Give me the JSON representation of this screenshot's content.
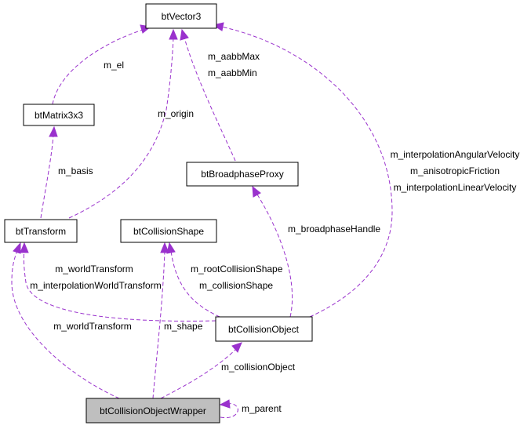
{
  "nodes": {
    "btVector3": "btVector3",
    "btMatrix3x3": "btMatrix3x3",
    "btBroadphaseProxy": "btBroadphaseProxy",
    "btTransform": "btTransform",
    "btCollisionShape": "btCollisionShape",
    "btCollisionObject": "btCollisionObject",
    "btCollisionObjectWrapper": "btCollisionObjectWrapper"
  },
  "edge_labels": {
    "m_el": "m_el",
    "m_origin": "m_origin",
    "m_aabbMax": "m_aabbMax",
    "m_aabbMin": "m_aabbMin",
    "m_interpolationAngularVelocity": "m_interpolationAngularVelocity",
    "m_anisotropicFriction": "m_anisotropicFriction",
    "m_interpolationLinearVelocity": "m_interpolationLinearVelocity",
    "m_basis": "m_basis",
    "m_broadphaseHandle": "m_broadphaseHandle",
    "m_worldTransform_co": "m_worldTransform",
    "m_interpolationWorldTransform": "m_interpolationWorldTransform",
    "m_rootCollisionShape": "m_rootCollisionShape",
    "m_collisionShape": "m_collisionShape",
    "m_worldTransform_wrapper": "m_worldTransform",
    "m_shape": "m_shape",
    "m_collisionObject": "m_collisionObject",
    "m_parent": "m_parent"
  },
  "colors": {
    "edge": "#9a32cd",
    "focus_node_fill": "#bfbfbf"
  }
}
